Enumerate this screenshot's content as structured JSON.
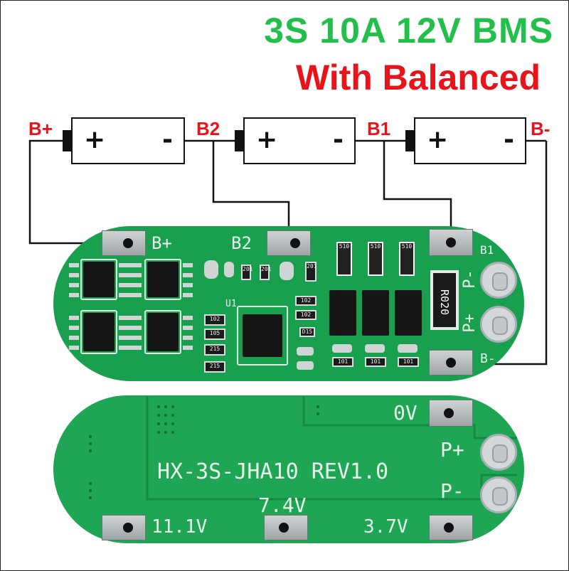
{
  "title": {
    "line1": "3S 10A 12V BMS",
    "line2": "With Balanced"
  },
  "colors": {
    "title_green": "#22c04a",
    "title_red": "#e8141c",
    "pcb_green": "#19a352",
    "wire": "#111111"
  },
  "nodes": {
    "b_plus": "B+",
    "b2": "B2",
    "b1": "B1",
    "b_minus": "B-"
  },
  "cells": [
    {
      "plus": "+",
      "minus": "-"
    },
    {
      "plus": "+",
      "minus": "-"
    },
    {
      "plus": "+",
      "minus": "-"
    }
  ],
  "board_top": {
    "pad_b_plus": "B+",
    "pad_b2": "B2",
    "pad_b1": "B1",
    "pad_p_minus": "P-",
    "pad_p_plus": "P+",
    "pad_b_minus": "B-",
    "u1": "U1",
    "resistor_main": "R020",
    "small_510": "510",
    "small_102": "102",
    "small_105": "105",
    "small_215": "215",
    "small_101": "101",
    "small_201": "201",
    "small_d15": "D15"
  },
  "board_bottom": {
    "model": "HX-3S-JHA10 REV1.0",
    "pad_0v": "0V",
    "pad_p_plus": "P+",
    "pad_p_minus": "P-",
    "v_74": "7.4V",
    "v_111": "11.1V",
    "v_37": "3.7V"
  }
}
